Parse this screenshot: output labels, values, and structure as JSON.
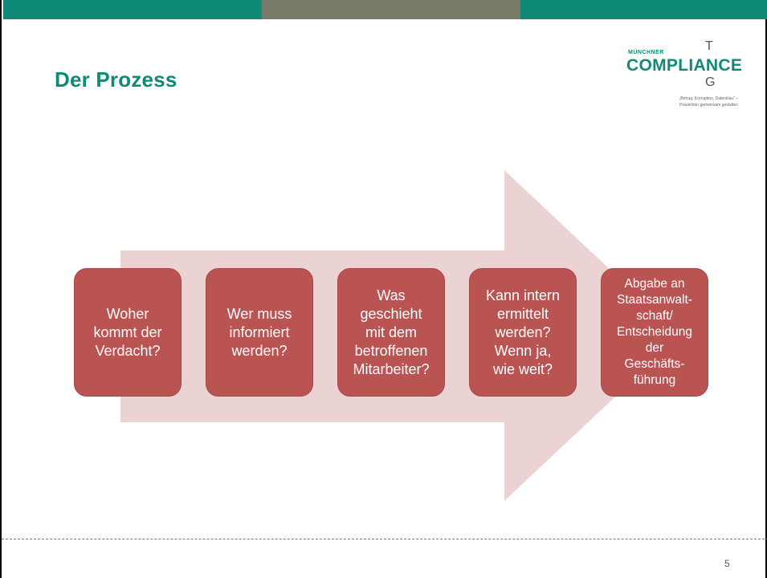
{
  "slide": {
    "title": "Der Prozess",
    "page_number": "5"
  },
  "logo": {
    "small_word": "MÜNCHNER",
    "main_word": "COMPLIANCE",
    "top_letter": "T",
    "bottom_letter": "G",
    "tagline_line1": "„Betrug, Korruption, Datenklau“ –",
    "tagline_line2": "Prävention gemeinsam gestalten"
  },
  "steps": [
    {
      "text": "Woher\nkommt der\nVerdacht?"
    },
    {
      "text": "Wer muss\ninformiert\nwerden?"
    },
    {
      "text": "Was\ngeschieht\nmit dem\nbetroffenen\nMitarbeiter?"
    },
    {
      "text": "Kann intern\nermittelt\nwerden?\nWenn ja,\nwie weit?"
    },
    {
      "text": "Abgabe an\nStaatsanwalt-\nschaft/\nEntscheidung\nder\nGeschäfts-\nführung"
    }
  ],
  "colors": {
    "accent_teal": "#0f8a76",
    "bar_gray": "#7a7a68",
    "box_red": "#b95453",
    "arrow_pink": "#ecd3d3",
    "divider_blue": "#3a8fa6"
  }
}
